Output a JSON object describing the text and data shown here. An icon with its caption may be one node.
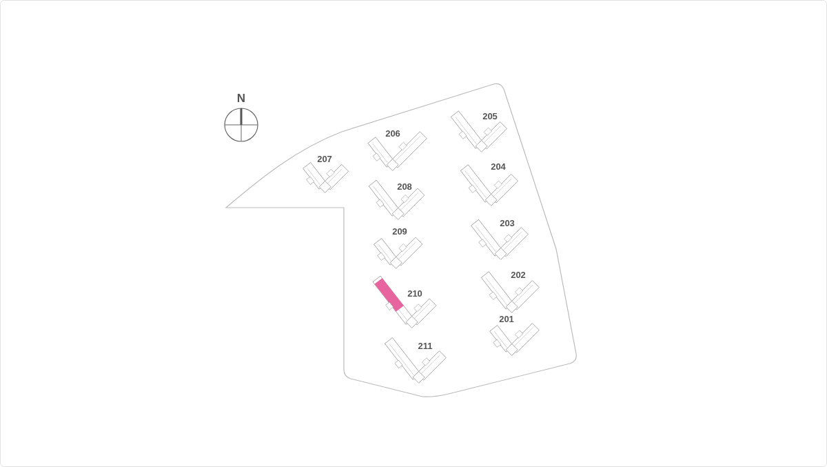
{
  "diagram": {
    "labels": [
      "N",
      "205",
      "206",
      "207",
      "204",
      "208",
      "203",
      "209",
      "202",
      "210",
      "201",
      "211"
    ]
  }
}
